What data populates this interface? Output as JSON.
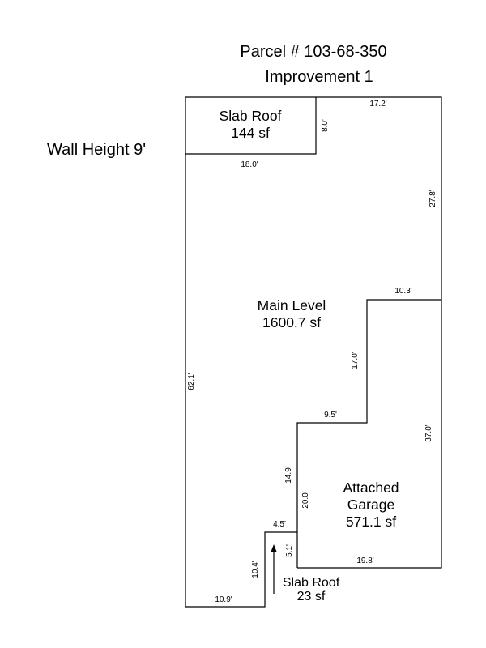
{
  "header": {
    "parcel": "Parcel # 103-68-350",
    "improvement": "Improvement 1"
  },
  "wall_height": "Wall Height 9'",
  "areas": {
    "slab_roof_top": {
      "name": "Slab Roof",
      "area": "144 sf"
    },
    "main_level": {
      "name": "Main Level",
      "area": "1600.7 sf"
    },
    "garage": {
      "name_line1": "Attached",
      "name_line2": "Garage",
      "area": "571.1 sf"
    },
    "slab_roof_bottom": {
      "name": "Slab Roof",
      "area": "23 sf"
    }
  },
  "dimensions": {
    "d_17_2": "17.2'",
    "d_8_0": "8.0'",
    "d_18_0": "18.0'",
    "d_27_8": "27.8'",
    "d_10_3": "10.3'",
    "d_17_0": "17.0'",
    "d_62_1": "62.1'",
    "d_9_5": "9.5'",
    "d_37_0": "37.0'",
    "d_14_9": "14.9'",
    "d_20_0": "20.0'",
    "d_4_5": "4.5'",
    "d_5_1": "5.1'",
    "d_19_8": "19.8'",
    "d_10_4": "10.4'",
    "d_10_9": "10.9'"
  },
  "colors": {
    "line": "#000000",
    "background": "#ffffff"
  }
}
